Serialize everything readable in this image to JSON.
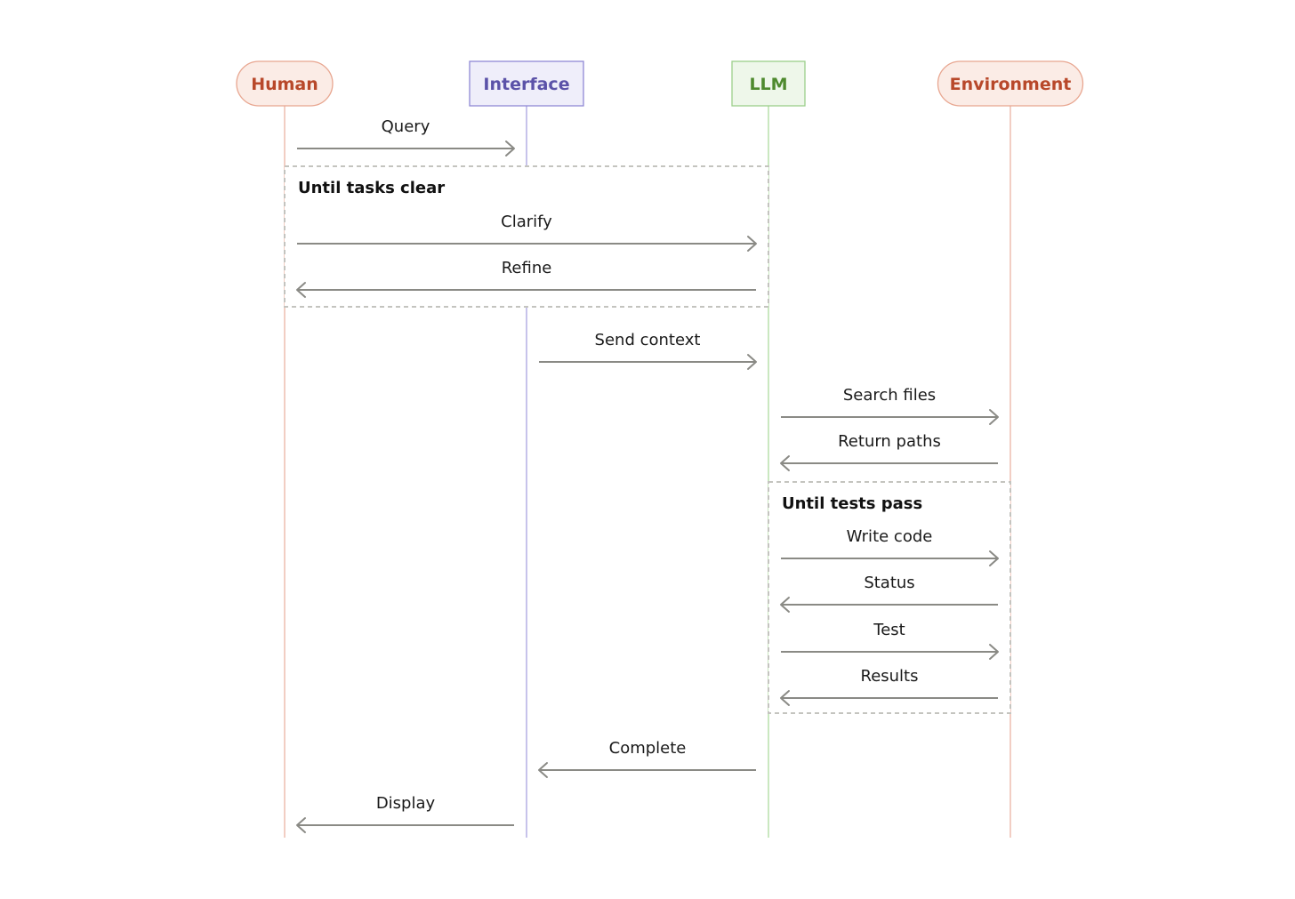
{
  "actors": [
    {
      "id": "human",
      "label": "Human",
      "shape": "pill",
      "stroke": "#e8a690",
      "fill": "#fbece6",
      "text": "#b8482a",
      "line": "#eab3a3"
    },
    {
      "id": "interface",
      "label": "Interface",
      "shape": "rect",
      "stroke": "#8f88d6",
      "fill": "#efeefa",
      "text": "#5b52a8",
      "line": "#a9a3e0"
    },
    {
      "id": "llm",
      "label": "LLM",
      "shape": "rect",
      "stroke": "#9ccf8a",
      "fill": "#eef7ea",
      "text": "#4e8a2e",
      "line": "#aedb9e"
    },
    {
      "id": "environment",
      "label": "Environment",
      "shape": "pill",
      "stroke": "#e8a690",
      "fill": "#fbece6",
      "text": "#b8482a",
      "line": "#eab3a3"
    }
  ],
  "messages": [
    {
      "label": "Query",
      "from": "human",
      "to": "interface"
    },
    {
      "label": "Clarify",
      "from": "human",
      "to": "llm"
    },
    {
      "label": "Refine",
      "from": "llm",
      "to": "human"
    },
    {
      "label": "Send context",
      "from": "interface",
      "to": "llm"
    },
    {
      "label": "Search files",
      "from": "llm",
      "to": "environment"
    },
    {
      "label": "Return paths",
      "from": "environment",
      "to": "llm"
    },
    {
      "label": "Write code",
      "from": "llm",
      "to": "environment"
    },
    {
      "label": "Status",
      "from": "environment",
      "to": "llm"
    },
    {
      "label": "Test",
      "from": "llm",
      "to": "environment"
    },
    {
      "label": "Results",
      "from": "environment",
      "to": "llm"
    },
    {
      "label": "Complete",
      "from": "llm",
      "to": "interface"
    },
    {
      "label": "Display",
      "from": "interface",
      "to": "human"
    }
  ],
  "loops": [
    {
      "label": "Until tasks clear",
      "from": "human",
      "to": "llm",
      "first_message": 1,
      "last_message": 2
    },
    {
      "label": "Until tests pass",
      "from": "llm",
      "to": "environment",
      "first_message": 6,
      "last_message": 9
    }
  ],
  "colors": {
    "arrow": "#8a8a85",
    "loop_border": "#c4c4bf"
  }
}
